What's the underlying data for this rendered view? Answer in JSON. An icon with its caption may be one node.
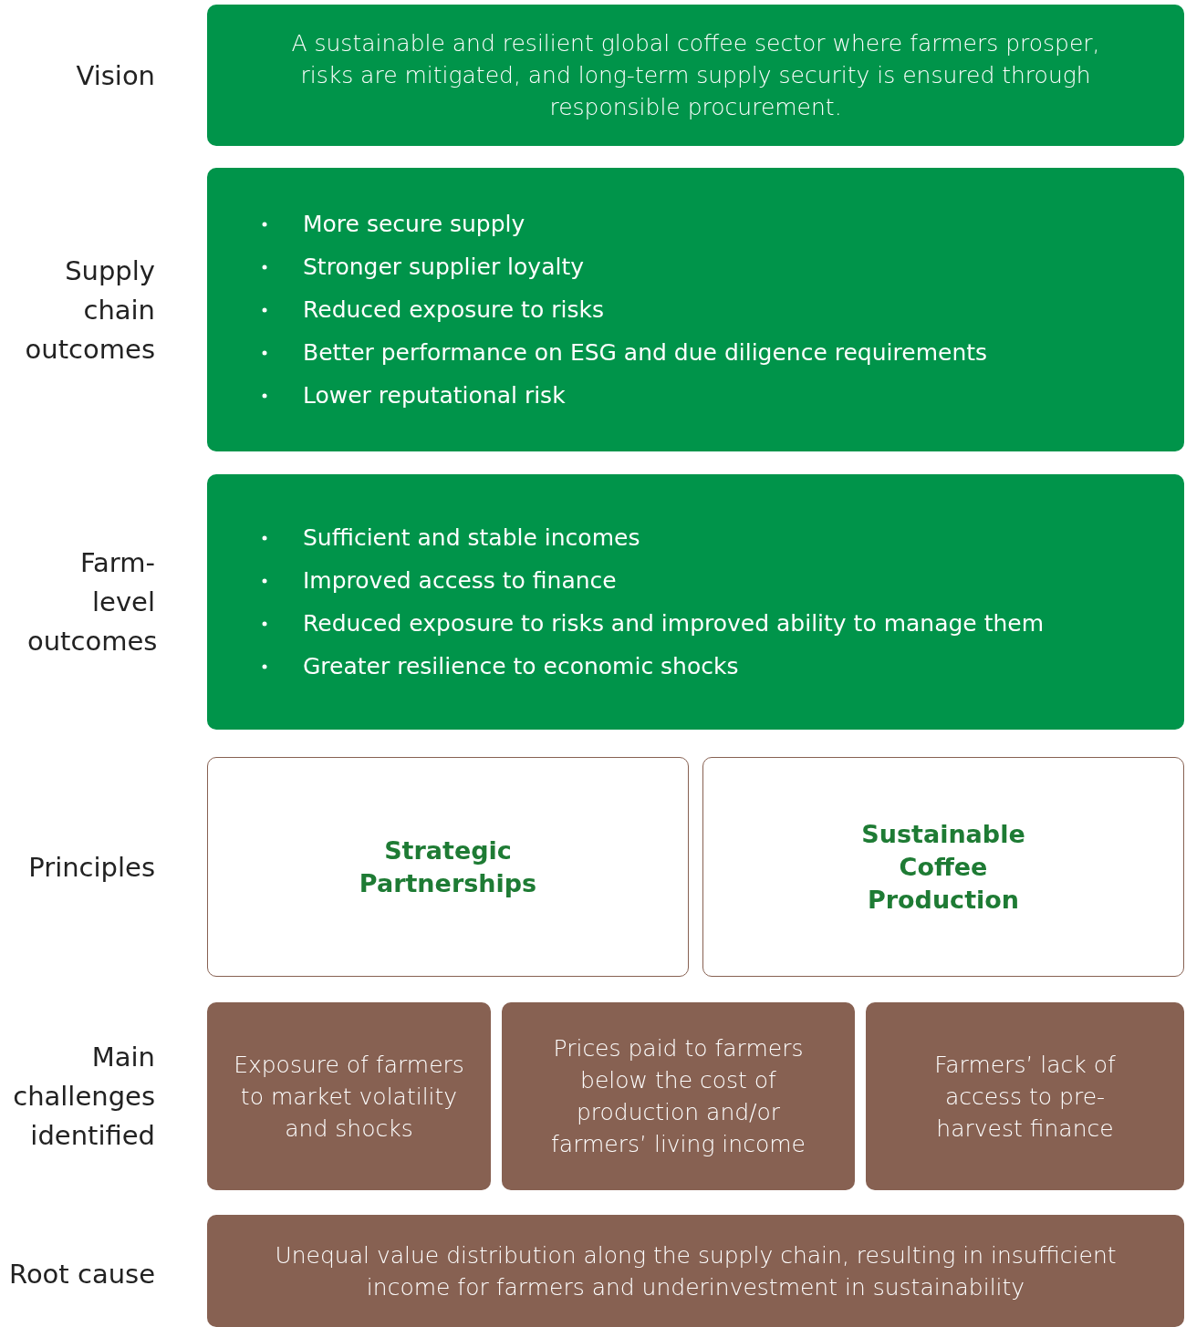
{
  "diagram": {
    "nodes": [
      {
        "text": [
          "A sustainable and resilient global coffee sector where farmers prosper, risks are mitigated, and long-term supply security is ensured through responsible procurement."
        ]
      },
      {
        "text": [
          "More secure supply",
          "Stronger supplier loyalty",
          "Reduced exposure to risks",
          "Better performance on ESG and due diligence requirements",
          "Lower reputational risk"
        ]
      },
      {
        "text": [
          "Sufficient and stable incomes",
          "Improved access to finance",
          "Reduced exposure to risks and improved ability to manage them",
          "Greater resilience to economic shocks"
        ]
      },
      {
        "text": [
          "Strategic Partnerships"
        ]
      },
      {
        "text": [
          "Sustainable Coffee Production"
        ]
      },
      {
        "text": [
          "Exposure of farmers to market volatility and shocks"
        ]
      },
      {
        "text": [
          "Prices paid to farmers below the cost of production and/or farmers’ living income"
        ]
      },
      {
        "text": [
          "Farmers’ lack of access to pre-harvest finance"
        ]
      },
      {
        "text": [
          "Unequal value distribution along the supply chain, resulting in insufficient income for farmers and underinvestment in sustainability"
        ]
      }
    ],
    "labels": [
      "Vision",
      "Supply chain outcomes",
      "Farm-level outcomes",
      "Principles",
      "Main challenges identified",
      "Root cause"
    ]
  }
}
